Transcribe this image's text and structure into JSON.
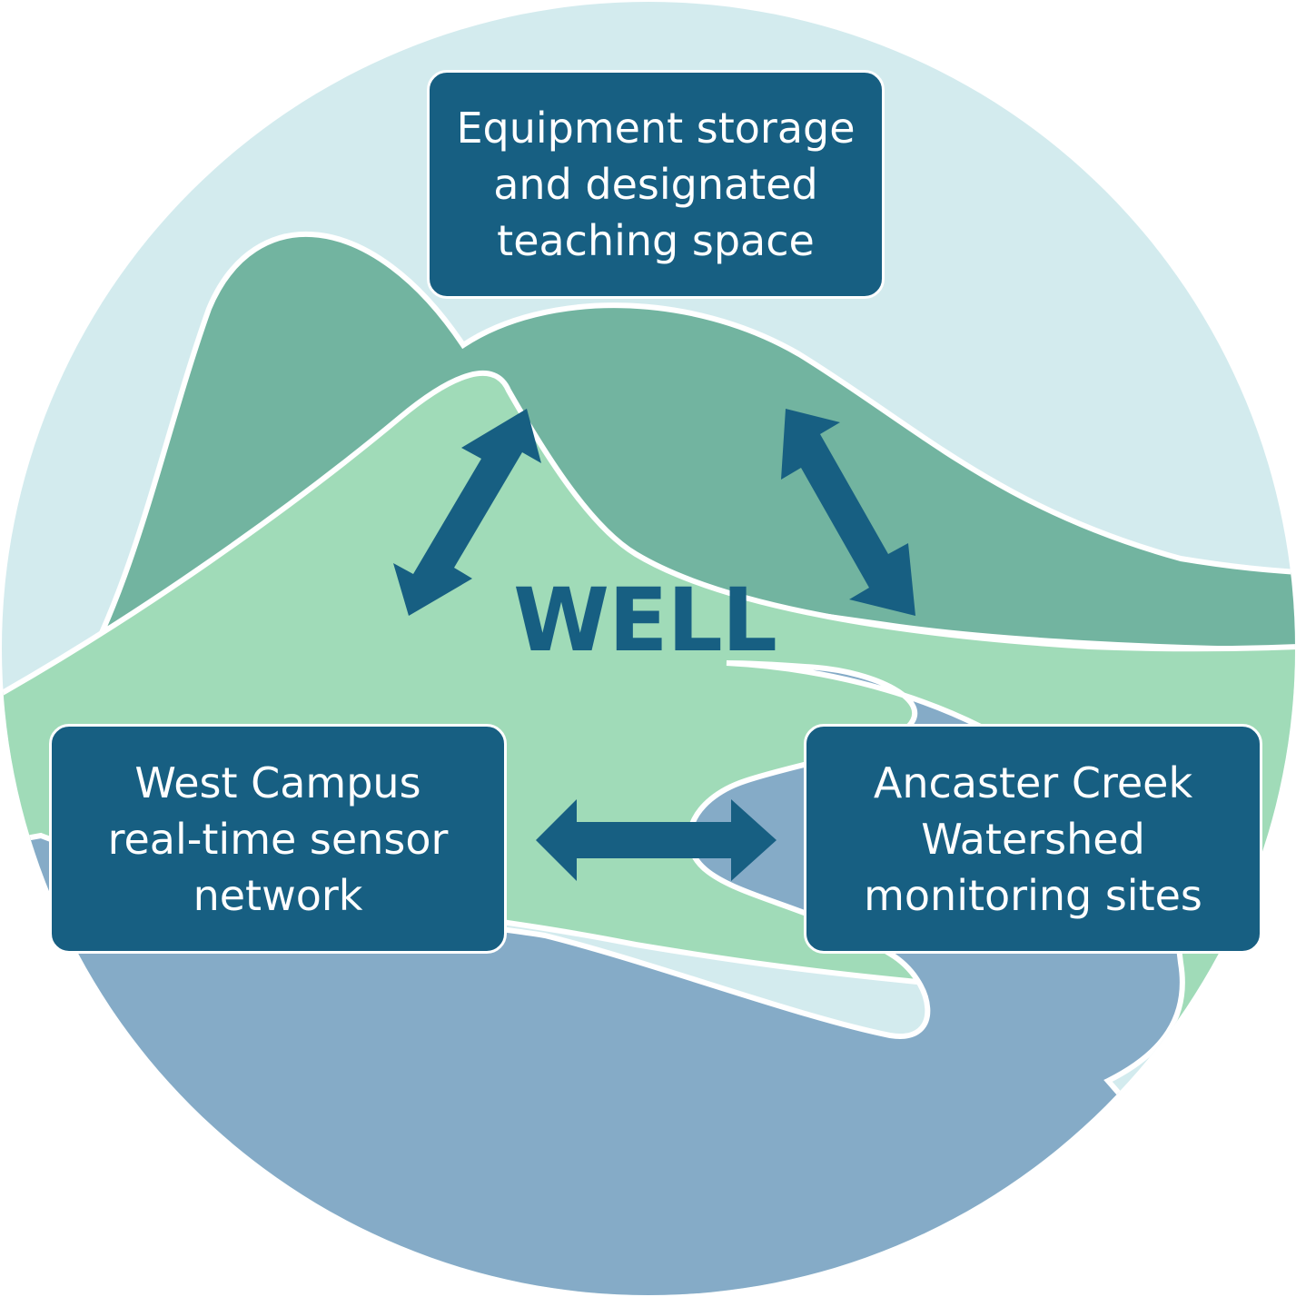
{
  "colors": {
    "sky": "#d3ebee",
    "dark_hill": "#72b4a0",
    "light_hill": "#a0dbb8",
    "water": "#85abc7",
    "box_fill": "#175f82",
    "arrow": "#175f82",
    "title": "#175f82",
    "outline": "#ffffff"
  },
  "center": {
    "title": "WELL"
  },
  "nodes": {
    "top": {
      "lines": [
        "Equipment storage",
        "and designated",
        "teaching space"
      ]
    },
    "left": {
      "lines": [
        "West Campus",
        "real-time sensor",
        "network"
      ]
    },
    "right": {
      "lines": [
        "Ancaster Creek",
        "Watershed",
        "monitoring sites"
      ]
    }
  },
  "arrows": [
    {
      "name": "top-left-arrow",
      "connects": [
        "top",
        "left"
      ],
      "direction": "bidirectional"
    },
    {
      "name": "top-right-arrow",
      "connects": [
        "top",
        "right"
      ],
      "direction": "bidirectional"
    },
    {
      "name": "left-right-arrow",
      "connects": [
        "left",
        "right"
      ],
      "direction": "bidirectional"
    }
  ]
}
